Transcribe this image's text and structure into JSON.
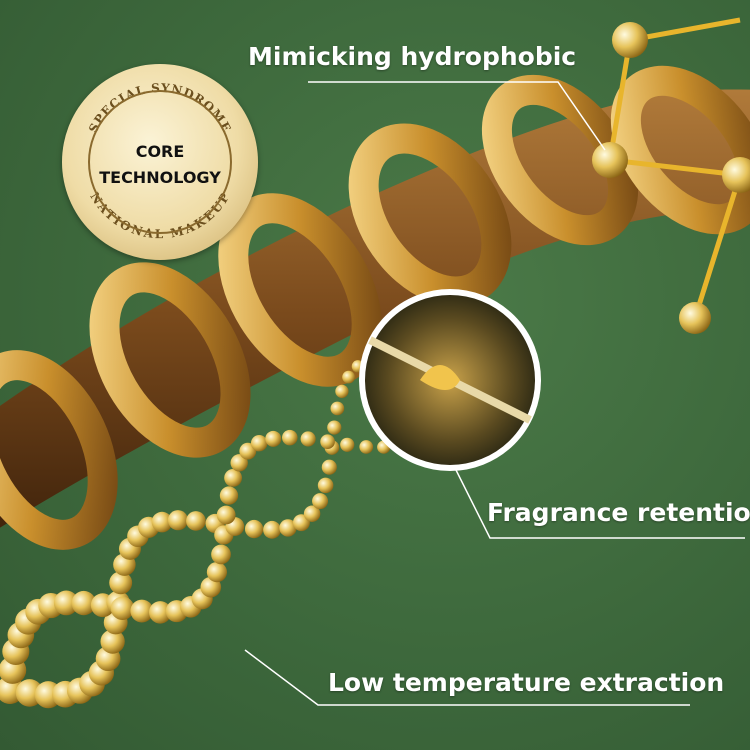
{
  "badge": {
    "top_arc": "SPECIAL SYNDROME",
    "line1": "CORE",
    "line2": "TECHNOLOGY",
    "bottom_arc": "NATIONAL MAKEUP"
  },
  "callouts": [
    {
      "text": "Mimicking hydrophobic"
    },
    {
      "text": "Fragrance retention"
    },
    {
      "text": "Low temperature extraction"
    }
  ],
  "colors": {
    "background": "#3f6a3e",
    "gold": "#d9a62a",
    "hair": "#7a4a1c"
  }
}
